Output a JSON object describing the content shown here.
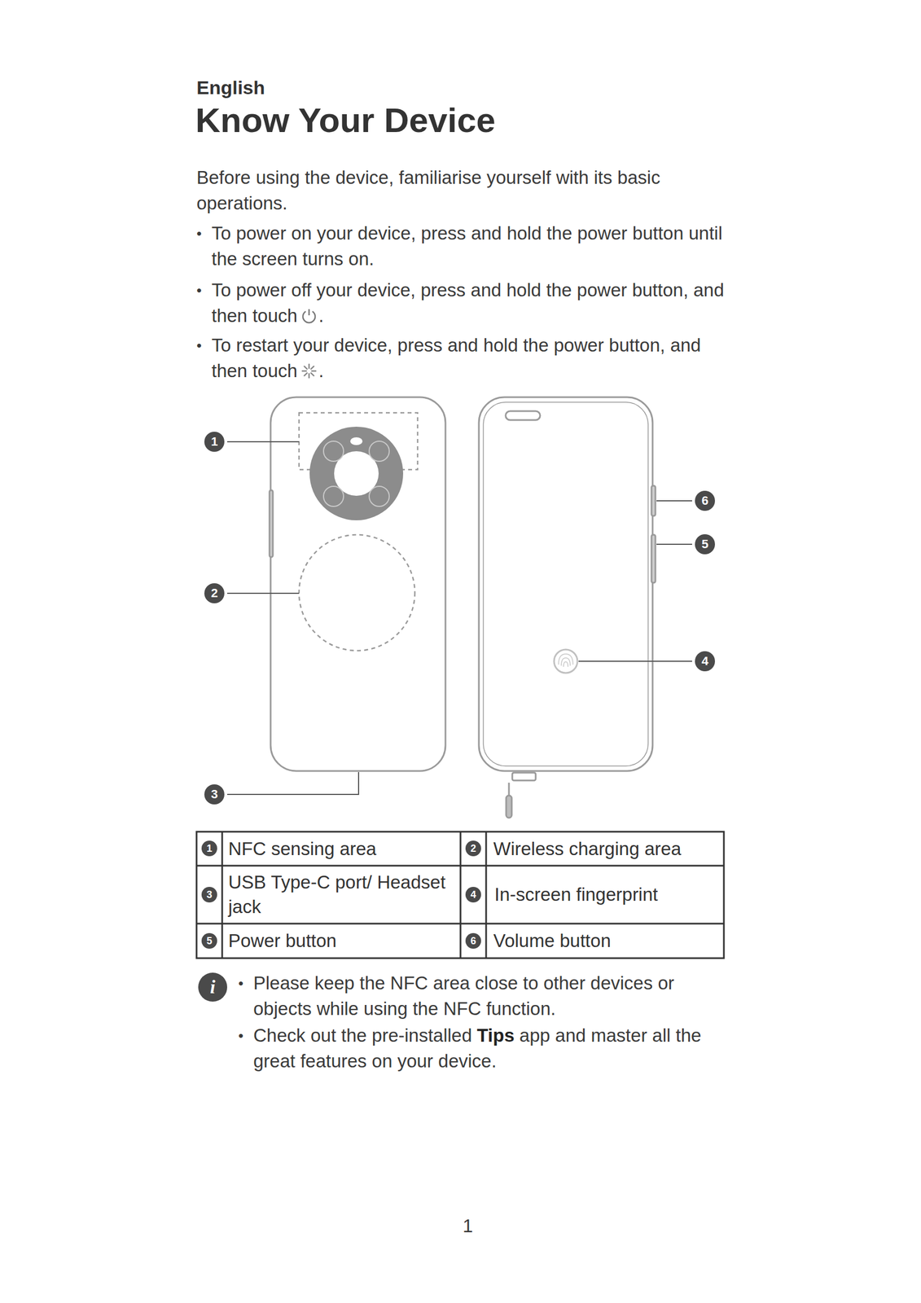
{
  "diagram": {
    "title": "Know Your Device",
    "labels": [
      "English",
      "Before using the device, familiarise yourself with its basic operations.",
      "•",
      "To power on your device, press and hold the power button until the screen turns on.",
      "•",
      "To power off your device, press and hold the power button, and then touch",
      ".",
      "•",
      "To restart your device, press and hold the power button, and then touch",
      ".",
      "1",
      "6",
      "5",
      "2",
      "4",
      "3",
      "1",
      "NFC sensing area",
      "2",
      "Wireless charging area",
      "3",
      "USB Type-C port/ Headset jack",
      "4",
      "In-screen fingerprint",
      "5",
      "Power button",
      "6",
      "Volume button",
      "i",
      "•",
      "Please keep the NFC area close to other devices or objects while using the NFC function.",
      "•",
      "Check out the pre-installed",
      "Tips",
      "app and master all the great features on your device.",
      "1"
    ]
  }
}
